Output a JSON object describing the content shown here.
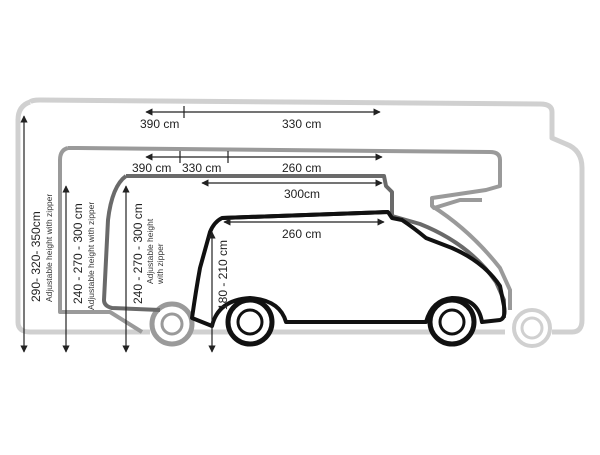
{
  "colors": {
    "outline_light": "#d0d0d0",
    "outline_mid": "#9a9a9a",
    "outline_dark": "#6a6a6a",
    "van": "#111111",
    "arrow": "#222222"
  },
  "top_dimensions": {
    "width_large": "390 cm",
    "length_large": "330 cm"
  },
  "middle_dimensions": {
    "width_medium": "390 cm",
    "length_medium": "330 cm",
    "length_medium_b": "260 cm"
  },
  "inner_dimensions": {
    "length_300": "300cm",
    "length_260": "260 cm"
  },
  "heights": {
    "height_large": "290- 320- 350cm",
    "height_large_note": "Adjustable height with zipper",
    "height_medium": "240 - 270 - 300 cm",
    "height_medium_note": "Adjustable height with zipper",
    "height_small": "240 - 270 - 300 cm",
    "height_small_note_1": "Adjustable height",
    "height_small_note_2": "with zipper",
    "height_van": "180 - 210 cm"
  }
}
